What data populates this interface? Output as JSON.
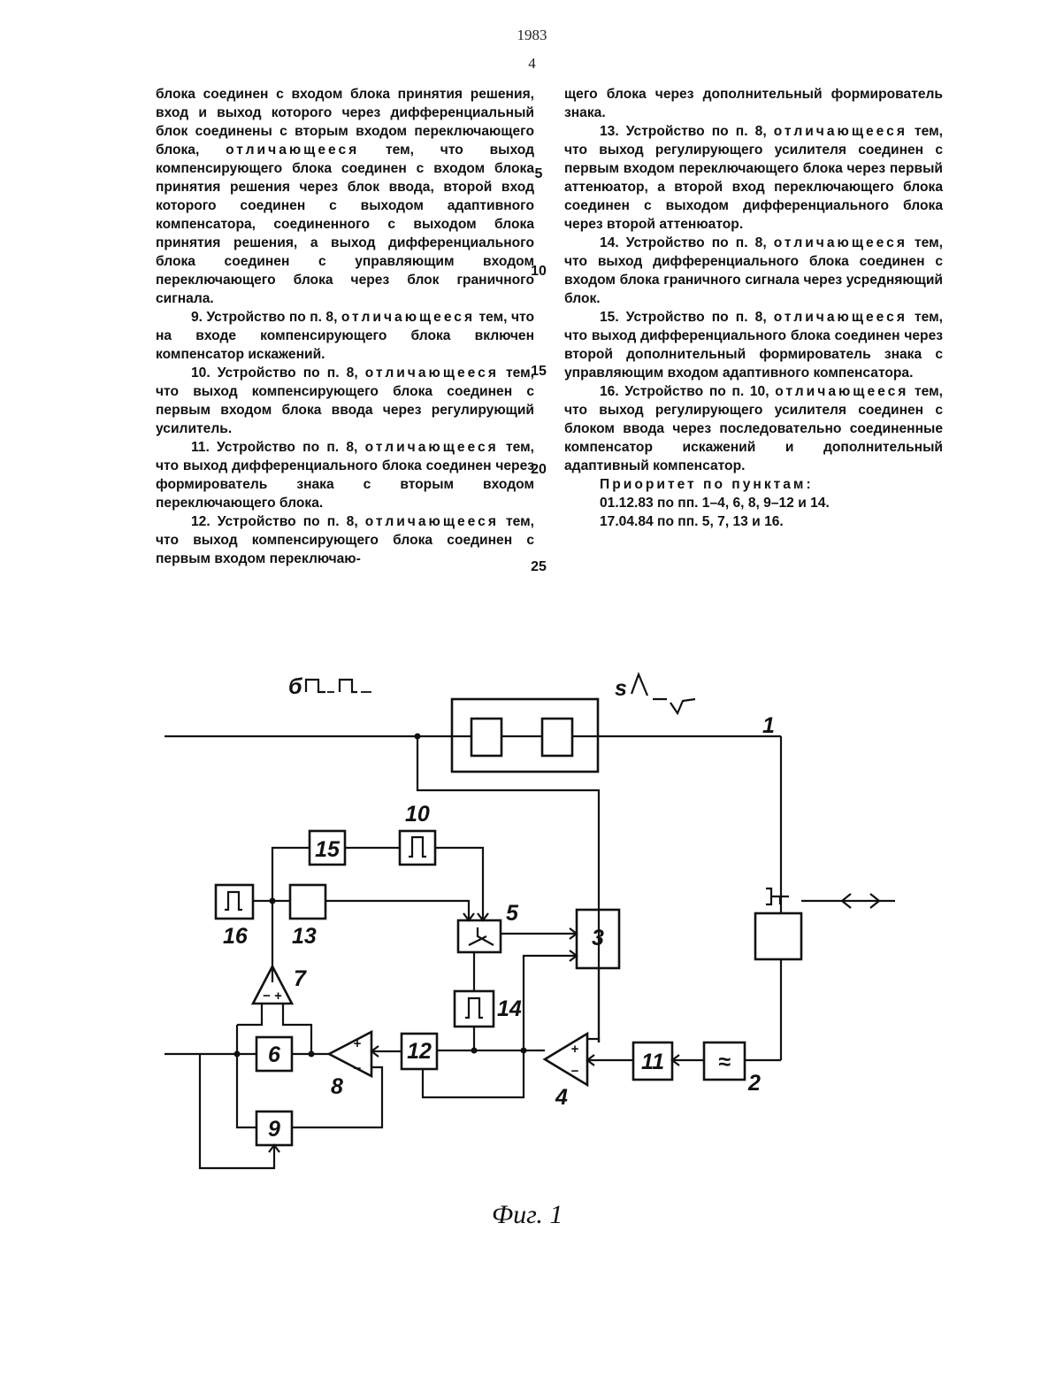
{
  "header": {
    "year": "1983",
    "page": "4"
  },
  "left_column": [
    {
      "text": "блока соединен с входом блока принятия решения, вход и выход которого через дифференциальный блок соединены с вторым входом переключающего блока, ",
      "spaced": "отличающееся",
      "rest": " тем, что выход компенсирующего блока соединен с входом блока принятия решения через блок ввода, второй вход которого соединен с выходом адаптивного компенсатора, соединенного с выходом блока принятия решения, а выход дифференциального блока соединен с управляющим входом переключающего блока через блок граничного сигнала."
    },
    {
      "text": "9. Устройство по п. 8, ",
      "spaced": "отличающееся",
      "rest": " тем, что на входе компенсирующего блока включен компенсатор искажений."
    },
    {
      "text": "10. Устройство по п. 8, ",
      "spaced": "отличающееся",
      "rest": " тем, что выход компенсирующего блока соединен с первым входом блока ввода через регулирующий усилитель."
    },
    {
      "text": "11. Устройство по п. 8, ",
      "spaced": "отличающееся",
      "rest": " тем, что выход дифференциального блока соединен через формирователь знака с вторым входом переключающего блока."
    },
    {
      "text": "12. Устройство по п. 8, ",
      "spaced": "отличающееся",
      "rest": " тем, что выход компенсирующего блока соединен с первым входом переключаю-"
    }
  ],
  "right_column": [
    {
      "text": "щего блока через дополнительный формирователь знака.",
      "spaced": "",
      "rest": ""
    },
    {
      "text": "13. Устройство по п. 8, ",
      "spaced": "отличающееся",
      "rest": " тем, что выход регулирующего усилителя соединен с первым входом переключающего блока через первый аттенюатор, а второй вход переключающего блока соединен с выходом дифференциального блока через второй аттенюатор."
    },
    {
      "text": "14. Устройство по п. 8, ",
      "spaced": "отличающееся",
      "rest": " тем, что выход дифференциального блока соединен с входом блока граничного сигнала через усредняющий блок."
    },
    {
      "text": "15. Устройство по п. 8, ",
      "spaced": "отличающееся",
      "rest": " тем, что выход дифференциального блока соединен через второй дополнительный формирователь знака с управляющим входом адаптивного компенсатора."
    },
    {
      "text": "16. Устройство по п. 10, ",
      "spaced": "отличающееся",
      "rest": " тем, что выход регулирующего усилителя соединен с блоком ввода через последовательно соединенные компенсатор искажений и дополнительный адаптивный компенсатор."
    }
  ],
  "priority": {
    "heading": "Приоритет по пунктам:",
    "lines": [
      "01.12.83 по пп. 1–4, 6, 8, 9–12 и 14.",
      "17.04.84 по пп. 5, 7, 13 и 16."
    ]
  },
  "line_numbers": [
    "5",
    "10",
    "15",
    "20",
    "25"
  ],
  "figure": {
    "caption": "Фиг. 1",
    "signal_labels": [
      "б",
      "s"
    ],
    "block_labels": [
      "1",
      "2",
      "3",
      "4",
      "5",
      "6",
      "7",
      "8",
      "9",
      "10",
      "11",
      "12",
      "13",
      "14",
      "15",
      "16"
    ],
    "block_text": {
      "b3": "3",
      "b6": "6",
      "b9": "9",
      "b11": "11",
      "b12": "12",
      "b15": "15",
      "filter": "≈",
      "amp": "− +",
      "sub": "+ −"
    }
  }
}
